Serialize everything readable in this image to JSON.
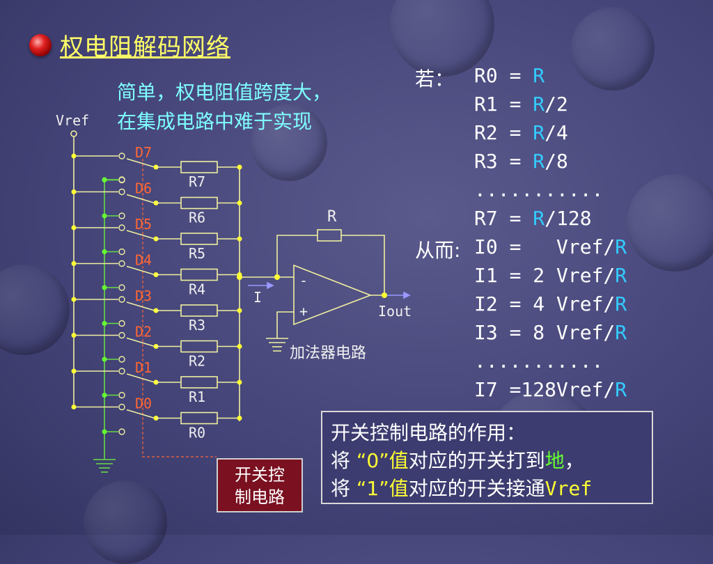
{
  "slide": {
    "title": "权电阻解码网络",
    "note_lines": [
      "简单，权电阻值跨度大，",
      "在集成电路中难于实现"
    ]
  },
  "circuit": {
    "vref_label": "Vref",
    "switch_labels": [
      "D7",
      "D6",
      "D5",
      "D4",
      "D3",
      "D2",
      "D1",
      "D0"
    ],
    "resistor_labels": [
      "R7",
      "R6",
      "R5",
      "R4",
      "R3",
      "R2",
      "R1",
      "R0"
    ],
    "feedback_label": "R",
    "current_label": "I",
    "minus_label": "-",
    "plus_label": "+",
    "output_label": "Iout",
    "adder_label": "加法器电路"
  },
  "formulas": {
    "prefix_if": "若：",
    "prefix_thus": "从而:",
    "rows": [
      {
        "pre": "R0 = ",
        "r": "R",
        "post": ""
      },
      {
        "pre": "R1 = ",
        "r": "R",
        "post": "/2"
      },
      {
        "pre": "R2 = ",
        "r": "R",
        "post": "/4"
      },
      {
        "pre": "R3 = ",
        "r": "R",
        "post": "/8"
      },
      {
        "pre": "...........",
        "r": "",
        "post": ""
      },
      {
        "pre": "R7 = ",
        "r": "R",
        "post": "/128"
      },
      {
        "pre": "I0 =   Vref/",
        "r": "R",
        "post": ""
      },
      {
        "pre": "I1 = 2 Vref/",
        "r": "R",
        "post": ""
      },
      {
        "pre": "I2 = 4 Vref/",
        "r": "R",
        "post": ""
      },
      {
        "pre": "I3 = 8 Vref/",
        "r": "R",
        "post": ""
      },
      {
        "pre": "...........",
        "r": "",
        "post": ""
      },
      {
        "pre": "I7 =128Vref/",
        "r": "R",
        "post": ""
      }
    ]
  },
  "info_box": {
    "heading": "开关控制电路的作用：",
    "line2": {
      "a": "将 ",
      "b": "“0”值",
      "c": "对应的开关打到",
      "d": "地",
      "e": "，"
    },
    "line3": {
      "a": "将 ",
      "b": "“1”值",
      "c": "对应的开关接通",
      "d": "Vref"
    }
  },
  "switch_control": {
    "line1": "开关控",
    "line2": "制电路"
  },
  "colors": {
    "title": "#ffff66",
    "note": "#7fffff",
    "wire": "#f0f0a0",
    "ground_wire": "#66dd44",
    "switch_label": "#ff6633",
    "r_highlight": "#33ccff"
  }
}
